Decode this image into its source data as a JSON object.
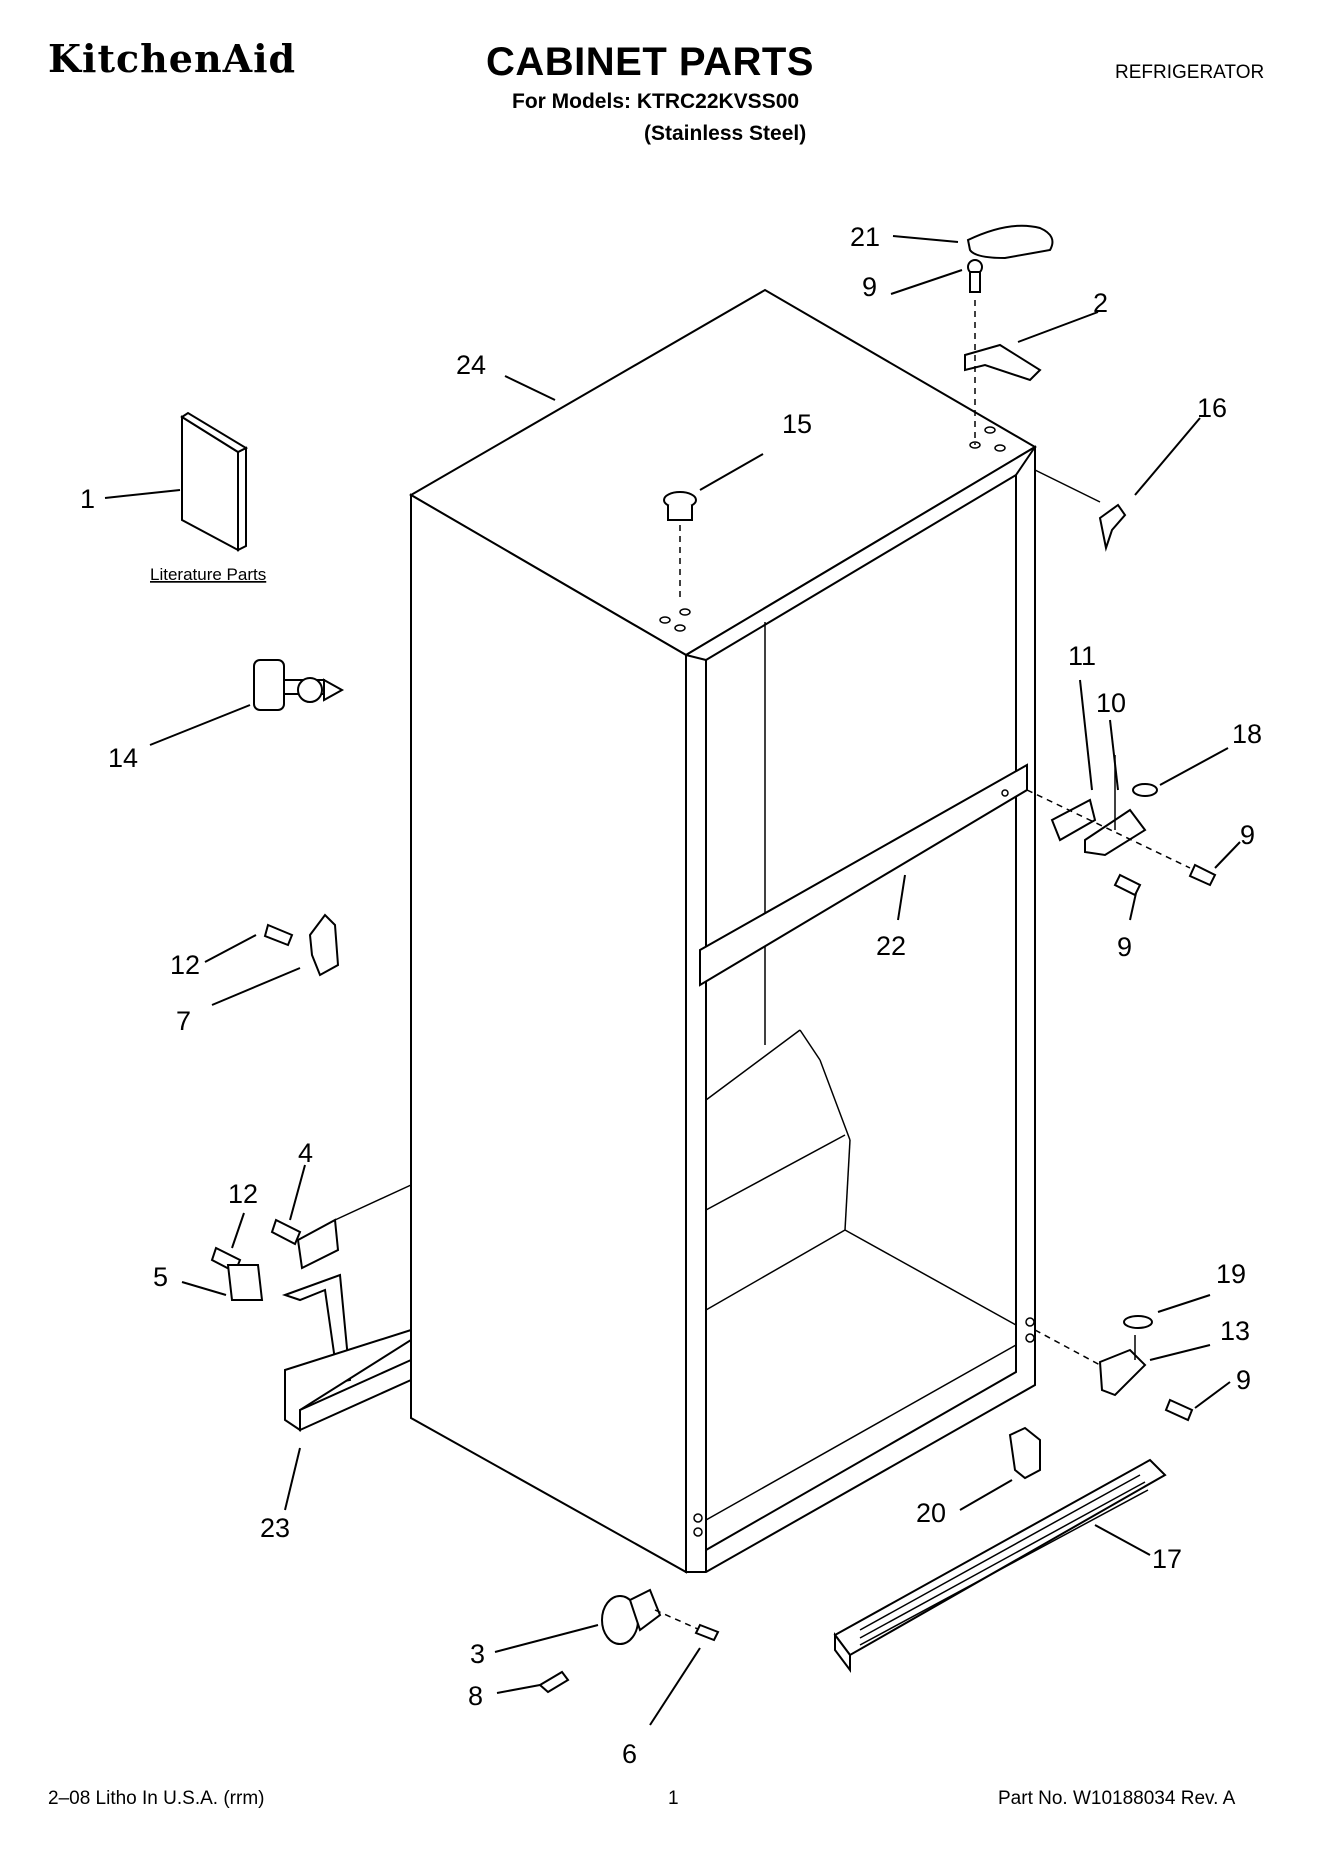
{
  "header": {
    "brand": "KitchenAid",
    "title": "CABINET PARTS",
    "models": "For Models: KTRC22KVSS00",
    "finish": "(Stainless Steel)",
    "category": "REFRIGERATOR"
  },
  "footer": {
    "print_info": "2–08 Litho In U.S.A. (rrm)",
    "page_number": "1",
    "part_number": "Part No. W10188034 Rev. A"
  },
  "literature_label": "Literature Parts",
  "callouts": [
    "21",
    "9",
    "2",
    "24",
    "15",
    "16",
    "1",
    "14",
    "11",
    "10",
    "18",
    "9",
    "9",
    "22",
    "12",
    "7",
    "4",
    "12",
    "5",
    "19",
    "13",
    "9",
    "23",
    "20",
    "17",
    "3",
    "8",
    "6"
  ]
}
